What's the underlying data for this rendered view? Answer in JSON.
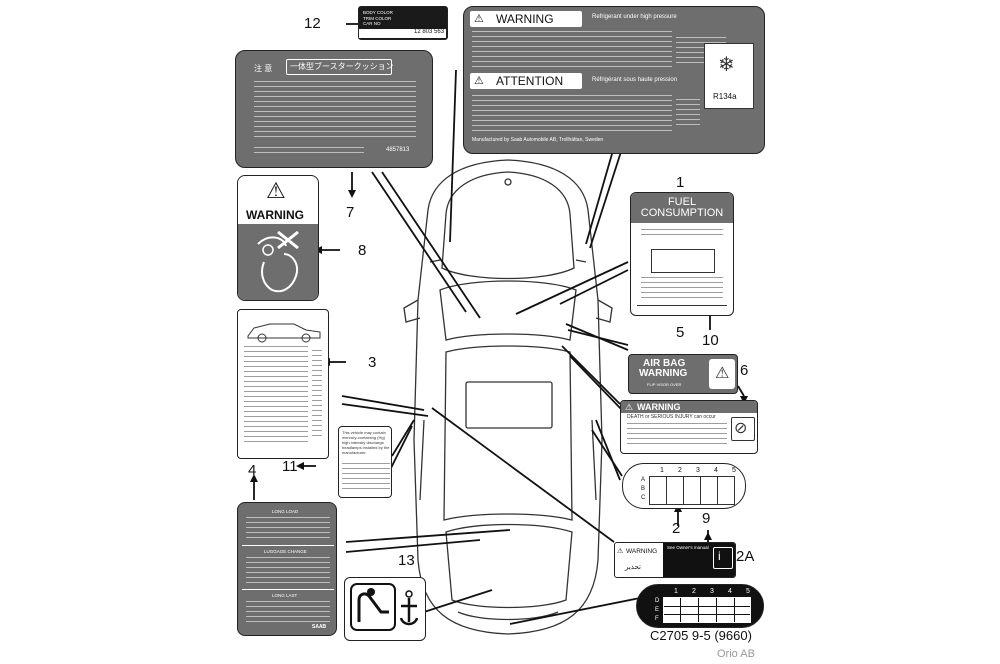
{
  "callouts": {
    "n1": "1",
    "n2": "2",
    "n2a": "2A",
    "n3": "3",
    "n4": "4",
    "n5": "5",
    "n6": "6",
    "n7": "7",
    "n8": "8",
    "n9": "9",
    "n10": "10",
    "n11": "11",
    "n12": "12",
    "n13": "13"
  },
  "label1": {
    "warning": "WARNING",
    "warning_sub": "Refrigerant under high pressure",
    "attention": "ATTENTION",
    "attention_sub": "Réfrigérant sous haute pression",
    "refrigerant": "R134a",
    "footer": "Manufactured by Saab Automobile AB, Trollhättan, Sweden"
  },
  "label12": {
    "rows": [
      "BODY COLOR",
      "TRIM COLOR",
      "CAR NO"
    ],
    "part_no": "12 803 563"
  },
  "label7": {
    "title": "注 意",
    "heading": "一体型ブースタークッション",
    "part_no": "4857813"
  },
  "label8": {
    "warning": "WARNING"
  },
  "label4": {
    "sections": [
      "LONG LOAD",
      "LUGGAGE CHANGE",
      "LONG LAST"
    ],
    "brand": "SAAB"
  },
  "label10": {
    "title": "FUEL CONSUMPTION"
  },
  "label5": {
    "title_line1": "AIR BAG",
    "title_line2": "WARNING",
    "sub": "FLIP VISOR OVER"
  },
  "label6": {
    "warning": "WARNING",
    "line1": "DEATH or SERIOUS INJURY can occur"
  },
  "label2": {
    "cols": [
      "1",
      "2",
      "3",
      "4",
      "5"
    ],
    "rows": [
      "A",
      "B",
      "C"
    ]
  },
  "label9": {
    "warning": "WARNING",
    "see": "See Owner's manual",
    "arabic": "تحذير"
  },
  "label2a": {
    "cols": [
      "1",
      "2",
      "3",
      "4",
      "5"
    ],
    "rows": [
      "D",
      "E",
      "F"
    ]
  },
  "label11": {
    "text": "This vehicle may contain mercury-containing (Hg) high intensity discharge headlamps installed by the manufacturer."
  },
  "label13": {},
  "caption": {
    "code": "C2705 9-5 (9660)",
    "company": "Orio AB"
  }
}
